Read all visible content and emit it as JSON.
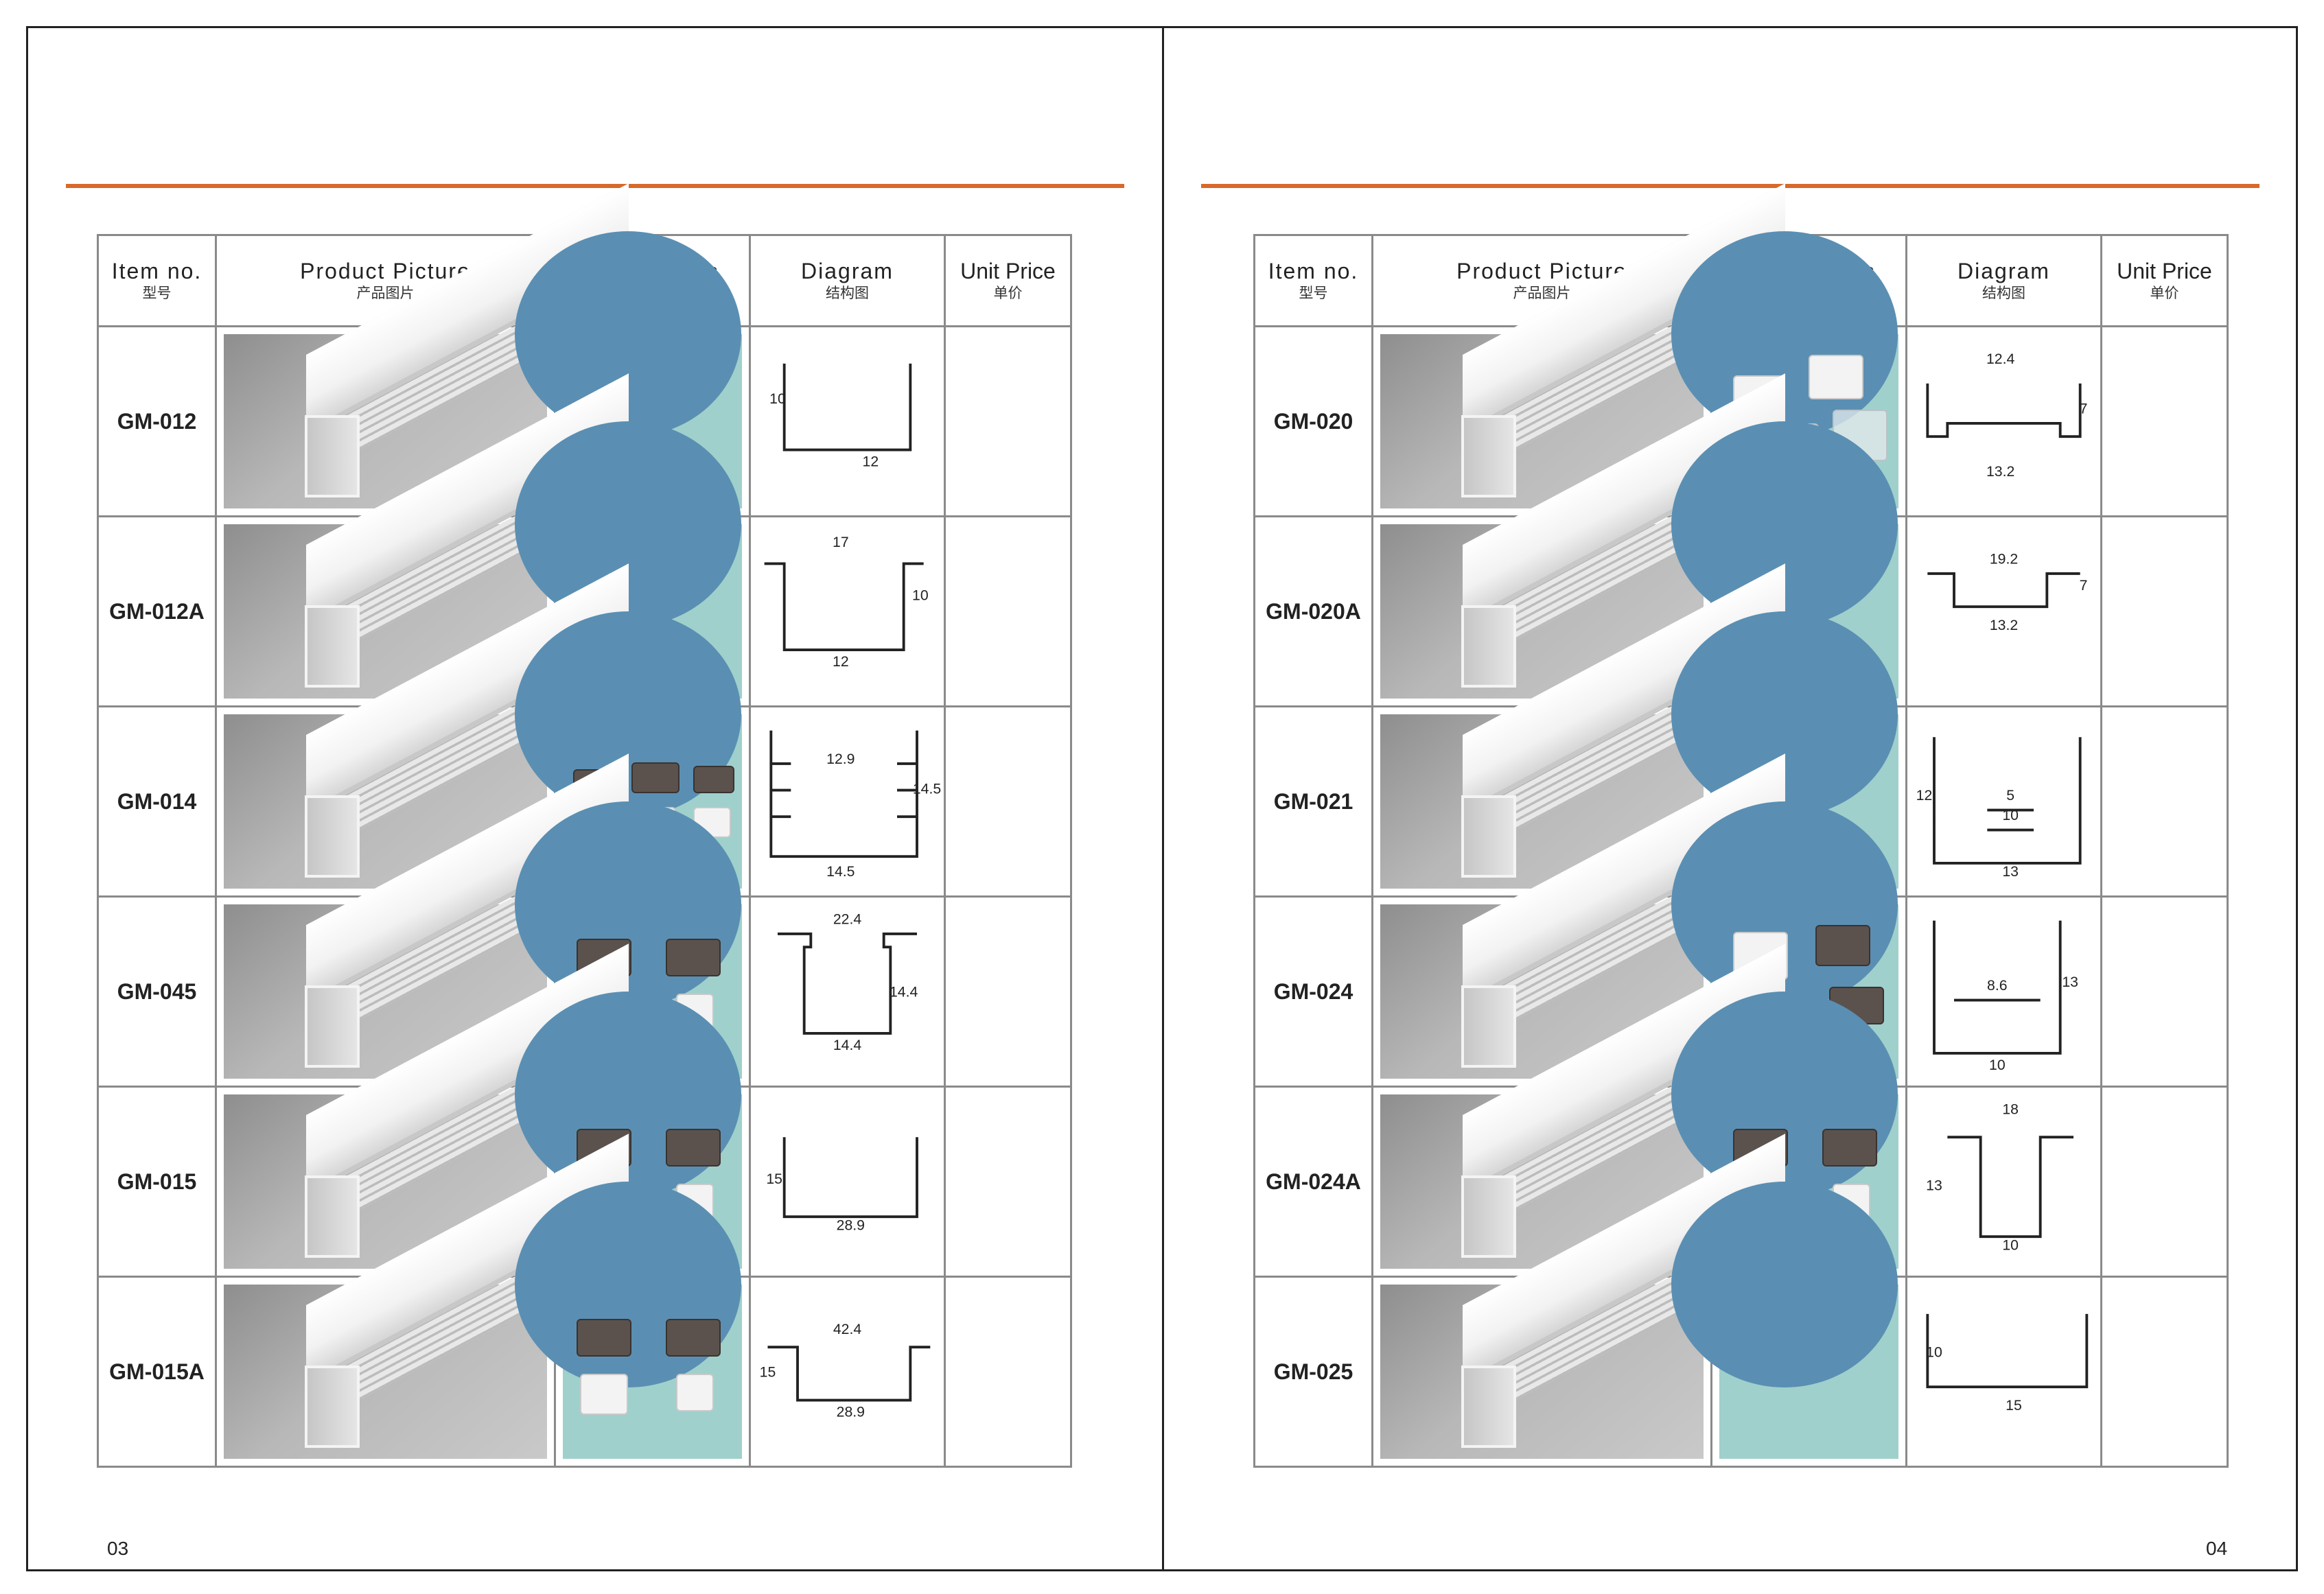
{
  "header": {
    "item_no": "Item no.",
    "item_no_zh": "型号",
    "product_picture": "Product Picture",
    "product_picture_zh": "产品图片",
    "accessories": "Accessories",
    "accessories_zh": "配件 堵头",
    "diagram": "Diagram",
    "diagram_zh": "结构图",
    "unit_price": "Unit Price",
    "unit_price_zh": "单价"
  },
  "colors": {
    "accent_rule": "#d8692a",
    "accessory_bg": "#9fd0cc",
    "accessory_blob": "#5a8fb3"
  },
  "pages": [
    {
      "page_number": "03",
      "rows": [
        {
          "code": "GM-012",
          "acc": "empty",
          "dims": [
            "10",
            "12"
          ]
        },
        {
          "code": "GM-012A",
          "acc": "empty",
          "dims": [
            "17",
            "10",
            "12"
          ]
        },
        {
          "code": "GM-014",
          "acc": "clips-mixed",
          "dims": [
            "12.9",
            "14.5",
            "14.5"
          ]
        },
        {
          "code": "GM-045",
          "acc": "clips",
          "dims": [
            "22.4",
            "14.4",
            "14.4"
          ]
        },
        {
          "code": "GM-015",
          "acc": "clips",
          "dims": [
            "15",
            "28.9"
          ]
        },
        {
          "code": "GM-015A",
          "acc": "clips",
          "dims": [
            "42.4",
            "15",
            "28.9"
          ]
        }
      ]
    },
    {
      "page_number": "04",
      "rows": [
        {
          "code": "GM-020",
          "acc": "caps-clear",
          "dims": [
            "12.4",
            "7",
            "13.2"
          ]
        },
        {
          "code": "GM-020A",
          "acc": "empty",
          "dims": [
            "19.2",
            "7",
            "13.2"
          ]
        },
        {
          "code": "GM-021",
          "acc": "empty",
          "dims": [
            "12",
            "5",
            "10",
            "13"
          ]
        },
        {
          "code": "GM-024",
          "acc": "caps-grey",
          "dims": [
            "8.6",
            "13",
            "10"
          ]
        },
        {
          "code": "GM-024A",
          "acc": "clips",
          "dims": [
            "18",
            "13",
            "10"
          ]
        },
        {
          "code": "GM-025",
          "acc": "empty",
          "dims": [
            "10",
            "15"
          ]
        }
      ]
    }
  ]
}
